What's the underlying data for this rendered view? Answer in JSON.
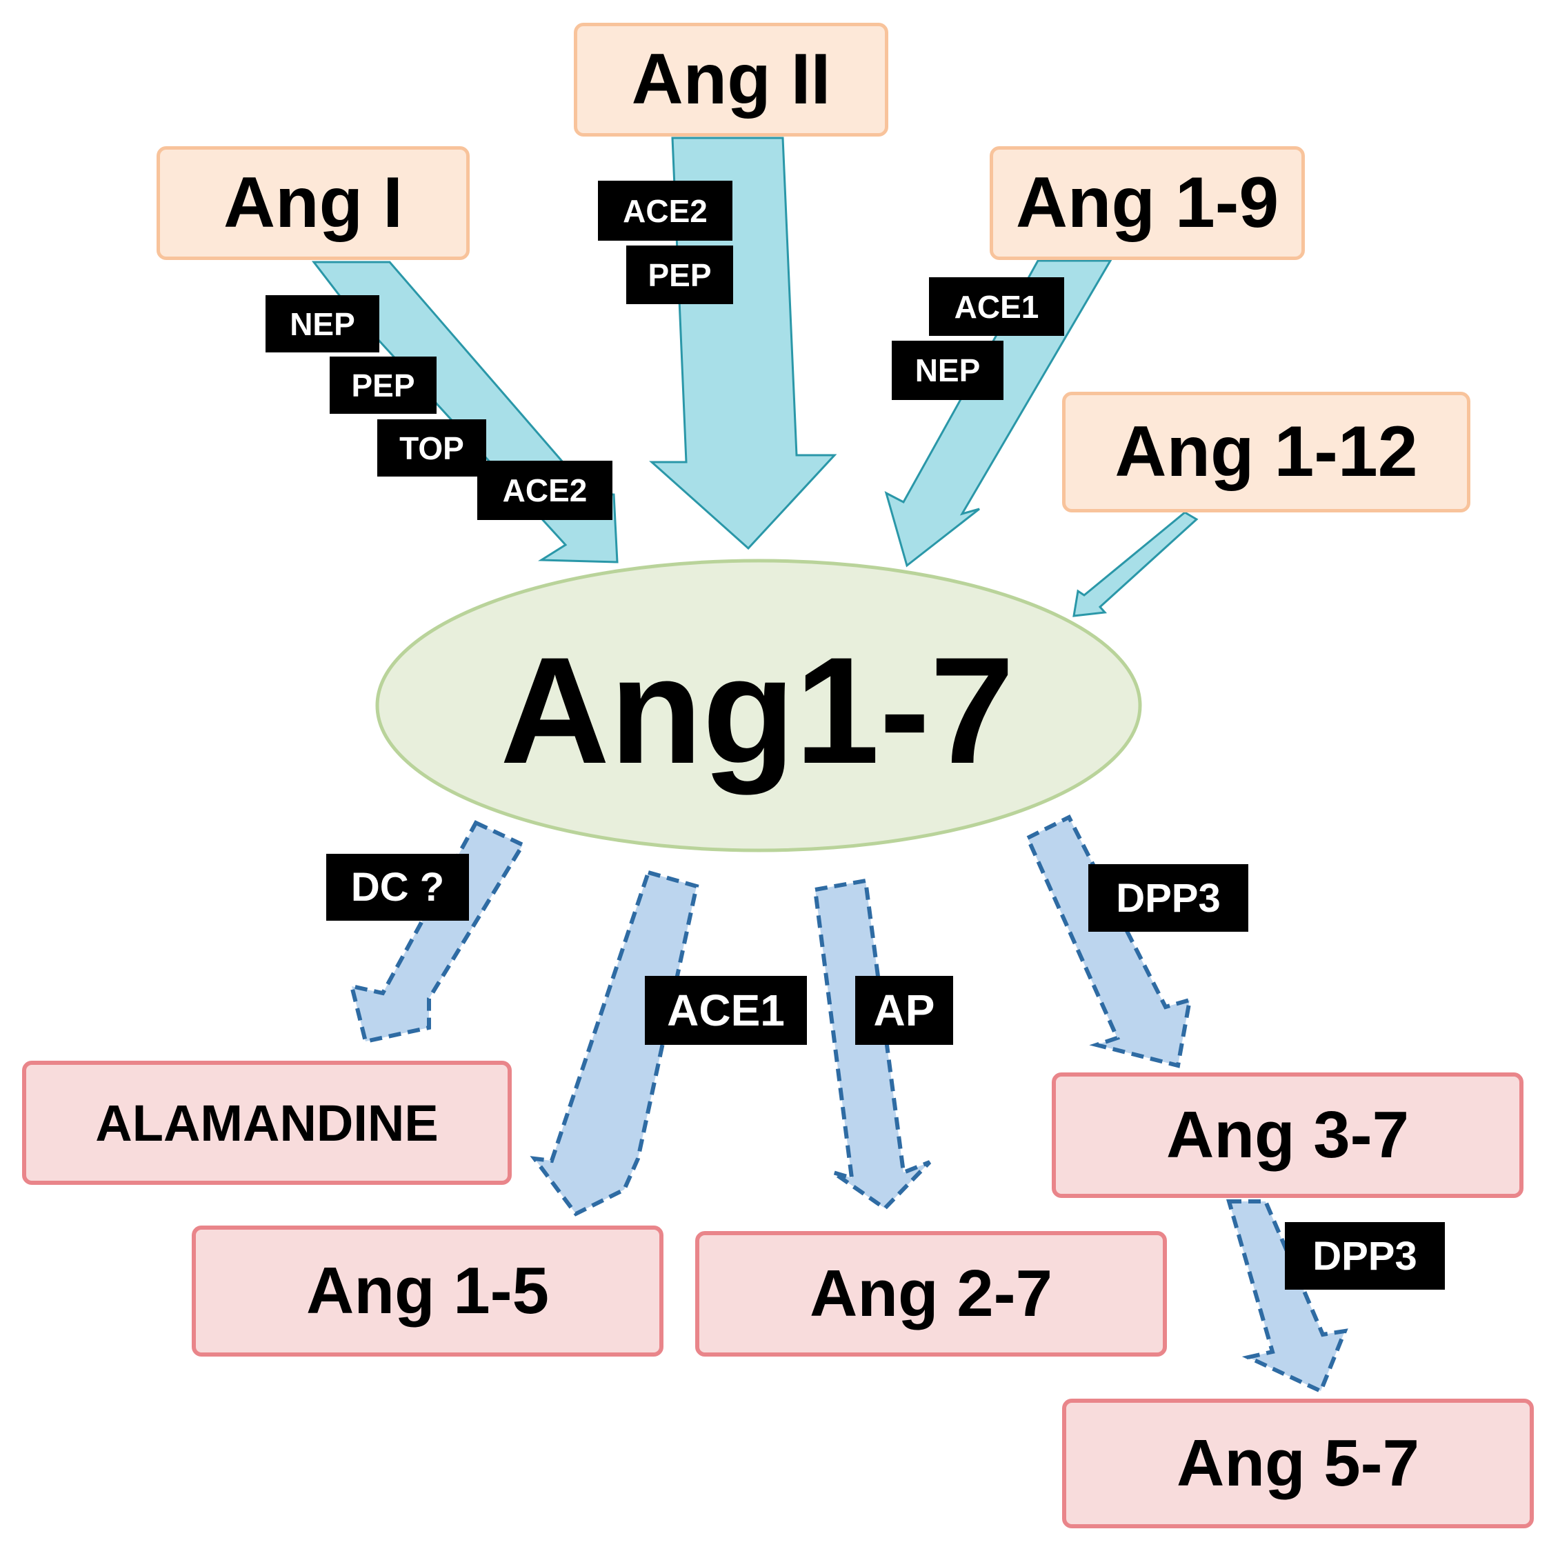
{
  "sources": {
    "ang_i": "Ang I",
    "ang_ii": "Ang II",
    "ang_1_9": "Ang 1-9",
    "ang_1_12": "Ang 1-12"
  },
  "center": "Ang1-7",
  "products": {
    "alamandine": "ALAMANDINE",
    "ang_1_5": "Ang 1-5",
    "ang_2_7": "Ang 2-7",
    "ang_3_7": "Ang 3-7",
    "ang_5_7": "Ang 5-7"
  },
  "enzymes": {
    "ang_i": [
      "NEP",
      "PEP",
      "TOP",
      "ACE2"
    ],
    "ang_ii": [
      "ACE2",
      "PEP"
    ],
    "ang_1_9": [
      "ACE1",
      "NEP"
    ],
    "alamandine": "DC ?",
    "ang_1_5": "ACE1",
    "ang_2_7": "AP",
    "ang_3_7": "DPP3",
    "ang_5_7": "DPP3"
  },
  "colors": {
    "source_fill": "#fde8d8",
    "source_border": "#f8c39b",
    "product_fill": "#f8dcdc",
    "product_border": "#e9858a",
    "center_fill": "#e8efdc",
    "center_border": "#b9d39a",
    "forward_arrow_fill": "#a8dfe8",
    "forward_arrow_stroke": "#2a97a8",
    "degradation_arrow_fill": "#bcd5ee",
    "degradation_arrow_stroke": "#2e6ba3"
  }
}
